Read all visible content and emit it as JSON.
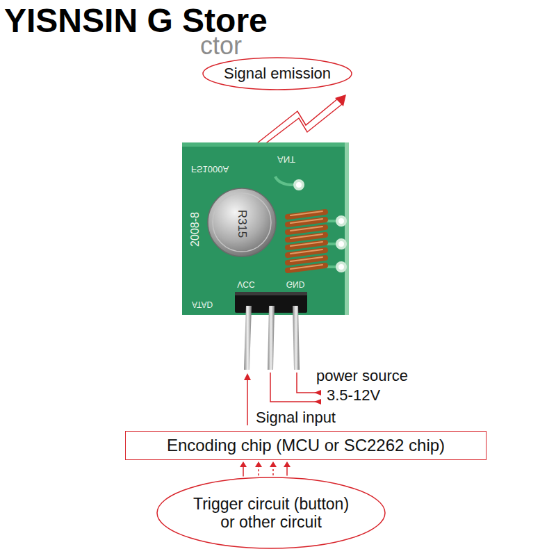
{
  "diagram": {
    "nodes": [
      {
        "text": [
          "Signal emission"
        ]
      },
      {
        "text": [
          "Encoding chip (MCU or SC2262 chip)"
        ]
      },
      {
        "text": [
          "Trigger circuit (button) or other circuit"
        ]
      }
    ],
    "edges": [
      {
        "from": 2,
        "to": 1,
        "arrow": "to"
      }
    ],
    "labels": [
      "YISNSIN G Store",
      "ctor",
      "ANT",
      "FS1000A",
      "2008-8",
      "R315",
      "VCC",
      "GND",
      "ATAD",
      "power source",
      "3.5-12V",
      "Signal input"
    ]
  }
}
